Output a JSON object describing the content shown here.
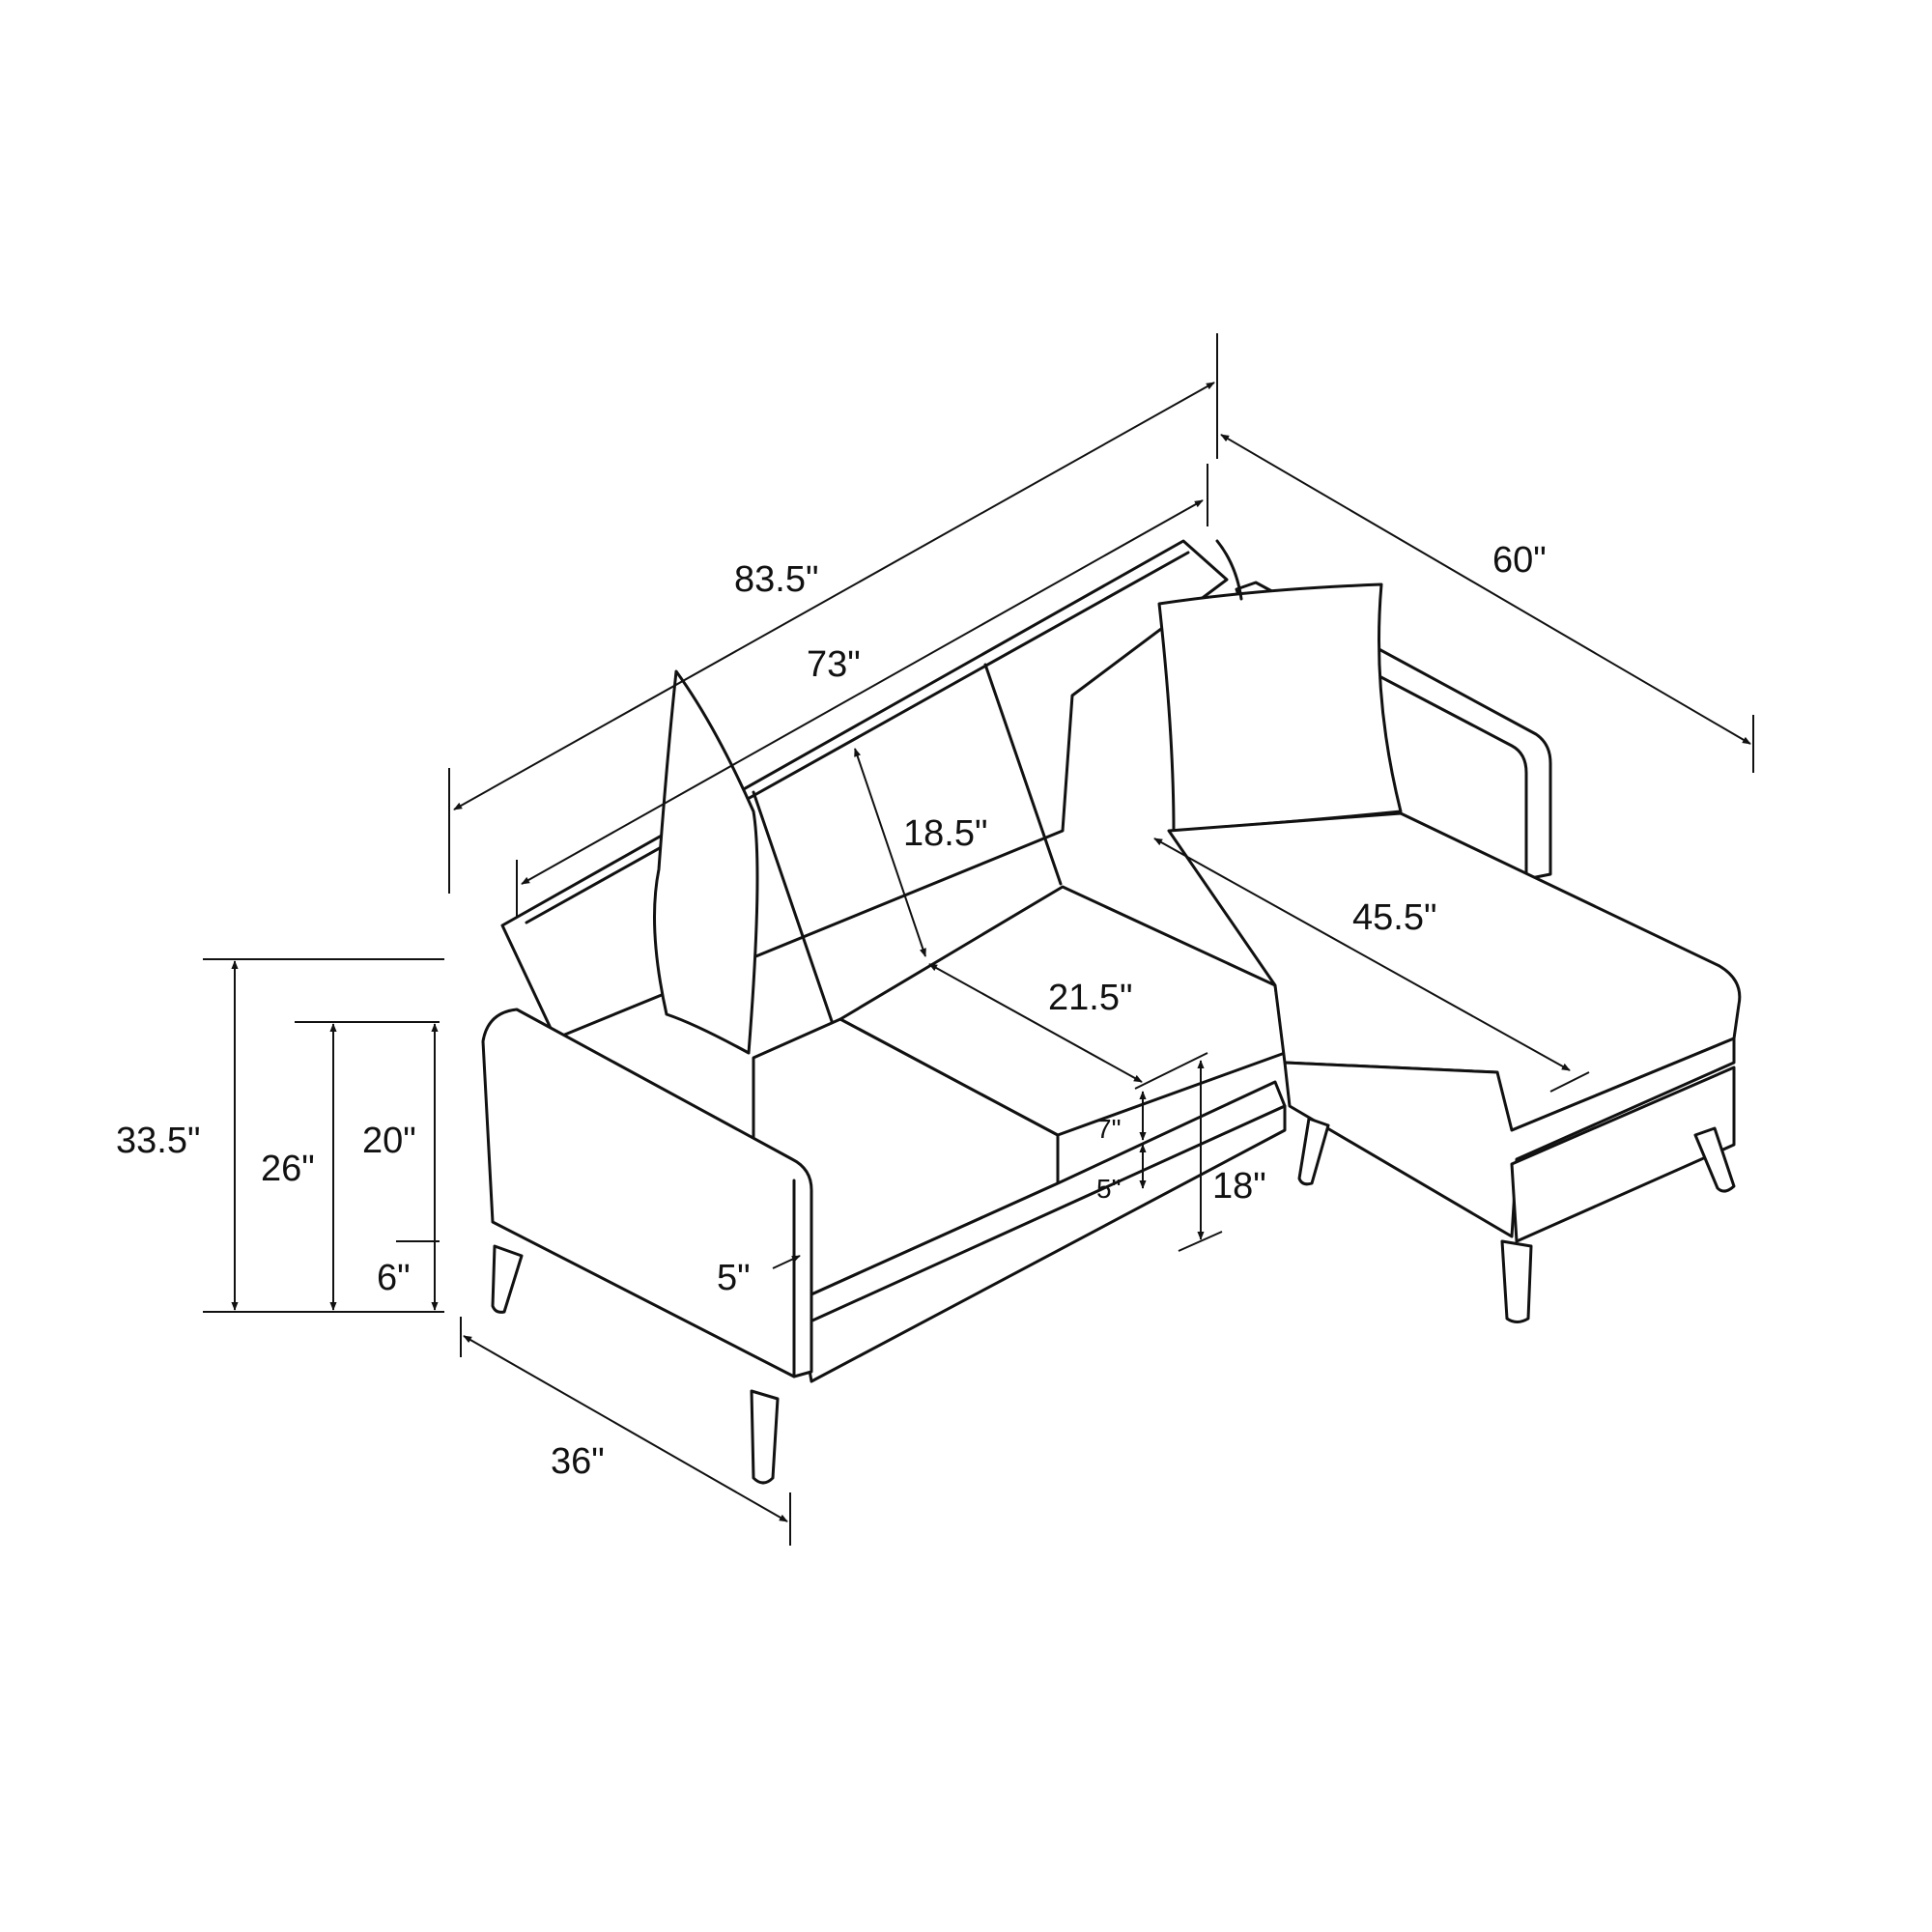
{
  "dimensions": {
    "overall_width": "83.5\"",
    "seat_width": "73\"",
    "chaise_length": "60\"",
    "back_height": "18.5\"",
    "chaise_seat_length": "45.5\"",
    "seat_depth": "21.5\"",
    "cushion_thickness": "7\"",
    "frame_height": "5\"",
    "seat_height": "18\"",
    "overall_height": "33.5\"",
    "arm_height": "26\"",
    "arm_body_height": "20\"",
    "leg_height": "6\"",
    "arm_width": "5\"",
    "overall_depth": "36\""
  },
  "colors": {
    "line": "#111111",
    "background": "#ffffff"
  }
}
